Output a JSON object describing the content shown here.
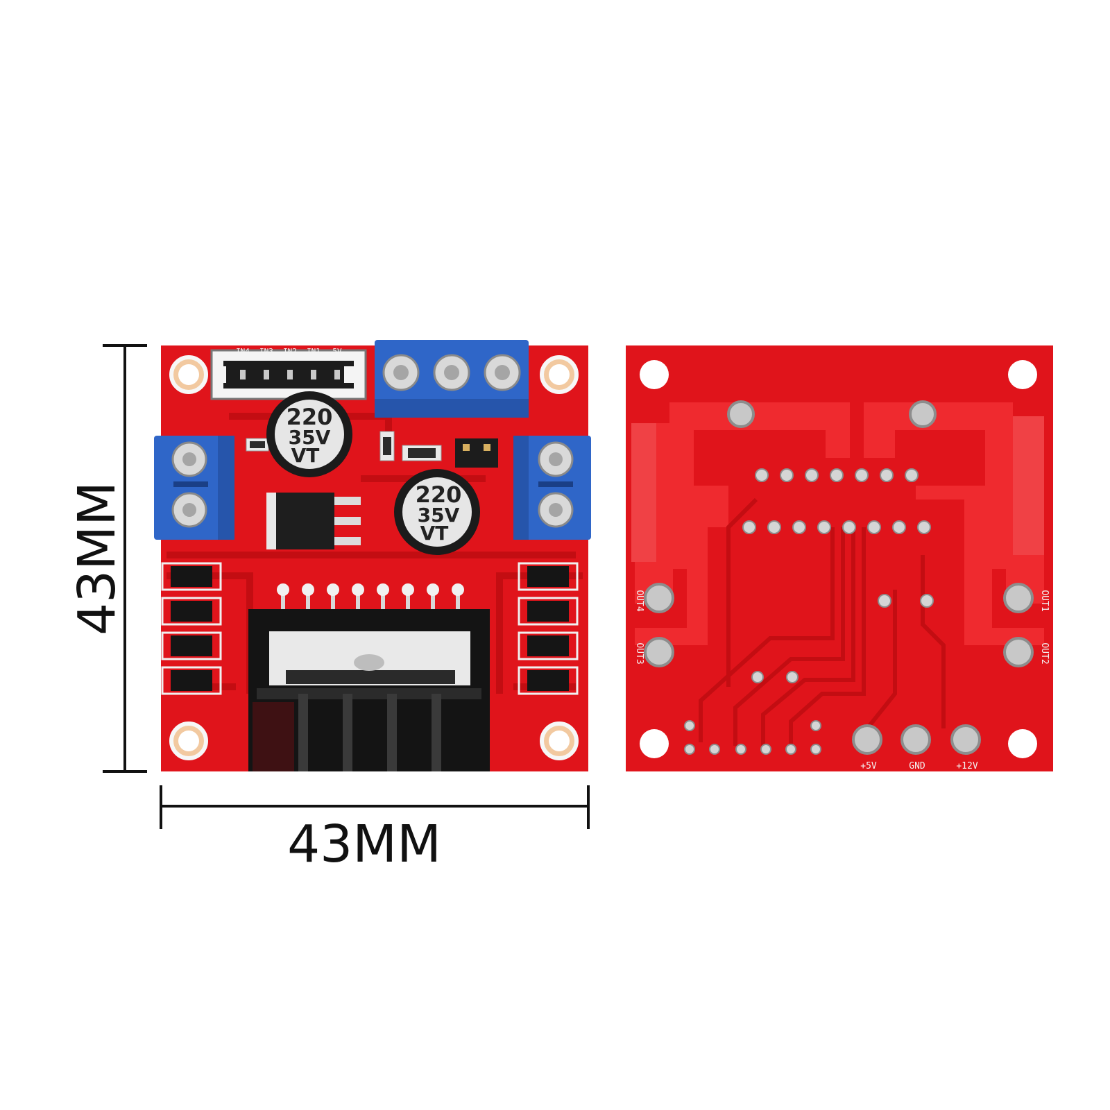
{
  "dimensions": {
    "height_label": "43MM",
    "width_label": "43MM"
  },
  "capacitors": [
    {
      "value": "220",
      "voltage": "35V",
      "mark": "VT"
    },
    {
      "value": "220",
      "voltage": "35V",
      "mark": "VT"
    }
  ],
  "header_pins": [
    "IN4",
    "IN3",
    "IN2",
    "IN1",
    "5V"
  ],
  "back_labels": {
    "out4": "OUT4",
    "out3": "OUT3",
    "out1": "OUT1",
    "out2": "OUT2",
    "plus5v": "+5V",
    "gnd": "GND",
    "plus12v": "+12V"
  },
  "colors": {
    "pcb": "#e0141b",
    "pcb_dark": "#c30d12",
    "terminal": "#2f66c8",
    "heatsink": "#141414",
    "capacitor": "#1b1b1b"
  }
}
